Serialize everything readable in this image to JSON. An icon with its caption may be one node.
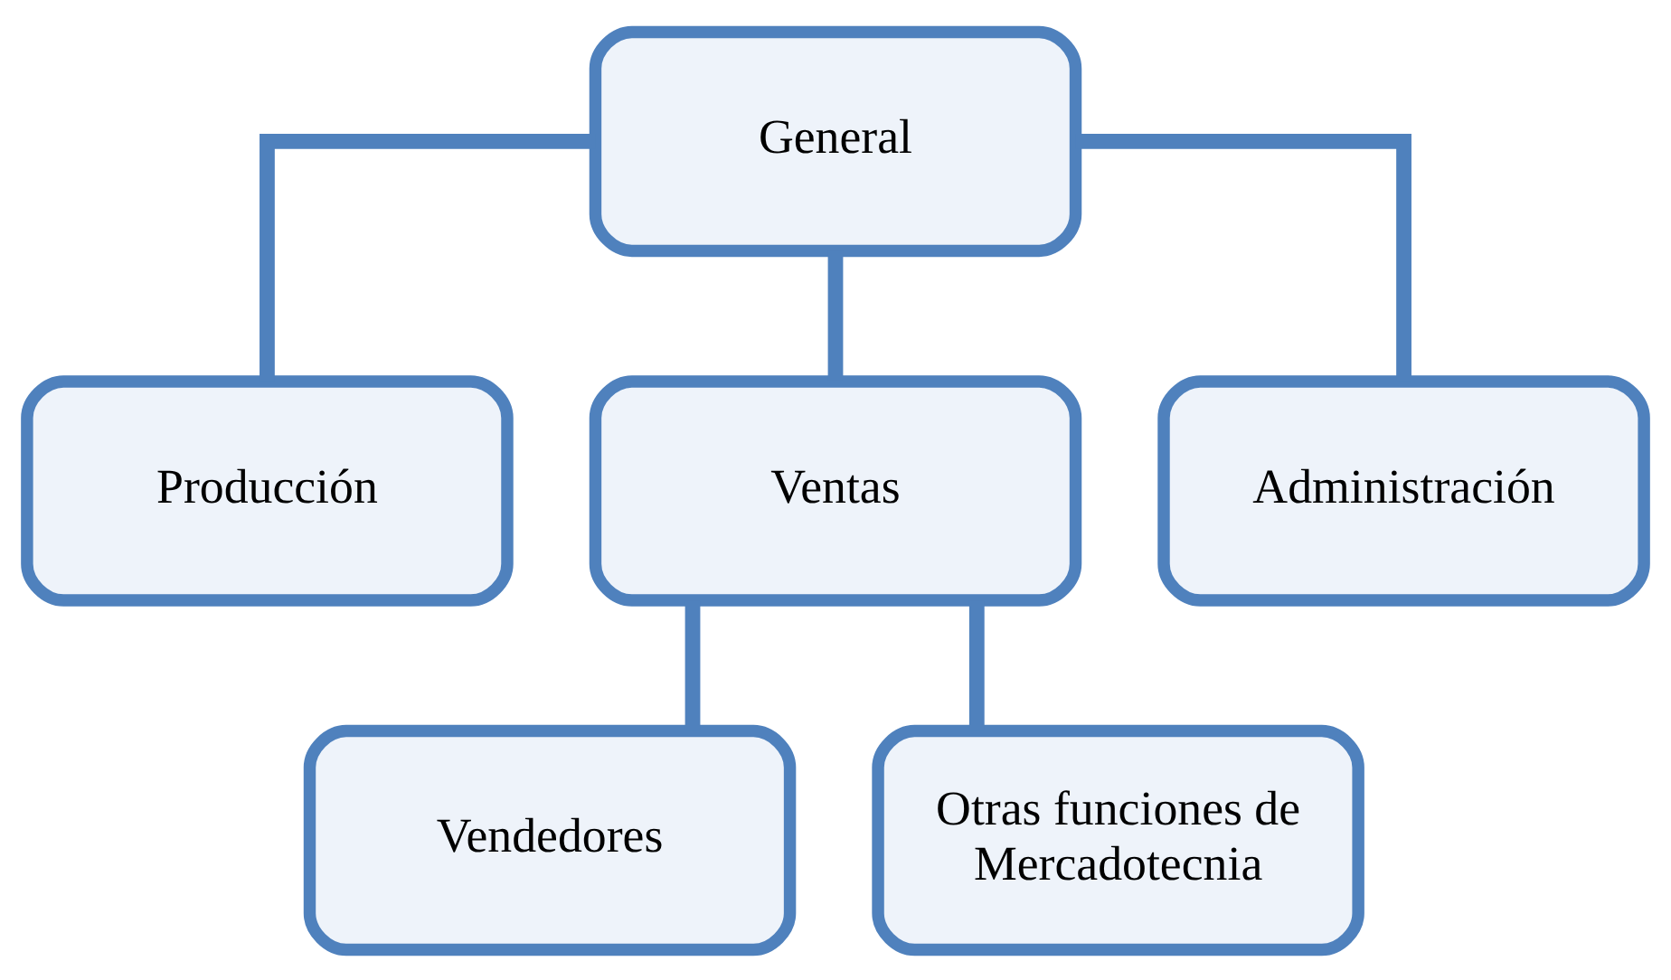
{
  "diagram": {
    "nodes": [
      {
        "text": [
          "General"
        ]
      },
      {
        "text": [
          "Producción"
        ]
      },
      {
        "text": [
          "Ventas"
        ]
      },
      {
        "text": [
          "Administración"
        ]
      },
      {
        "text": [
          "Vendedores"
        ]
      },
      {
        "text": [
          "Otras funciones de Mercadotecnia"
        ]
      }
    ],
    "edges": [
      {
        "from": 0,
        "to": 1,
        "arrow": "none"
      },
      {
        "from": 0,
        "to": 2,
        "arrow": "none"
      },
      {
        "from": 0,
        "to": 3,
        "arrow": "none"
      },
      {
        "from": 2,
        "to": 4,
        "arrow": "none"
      },
      {
        "from": 2,
        "to": 5,
        "arrow": "none"
      }
    ]
  }
}
